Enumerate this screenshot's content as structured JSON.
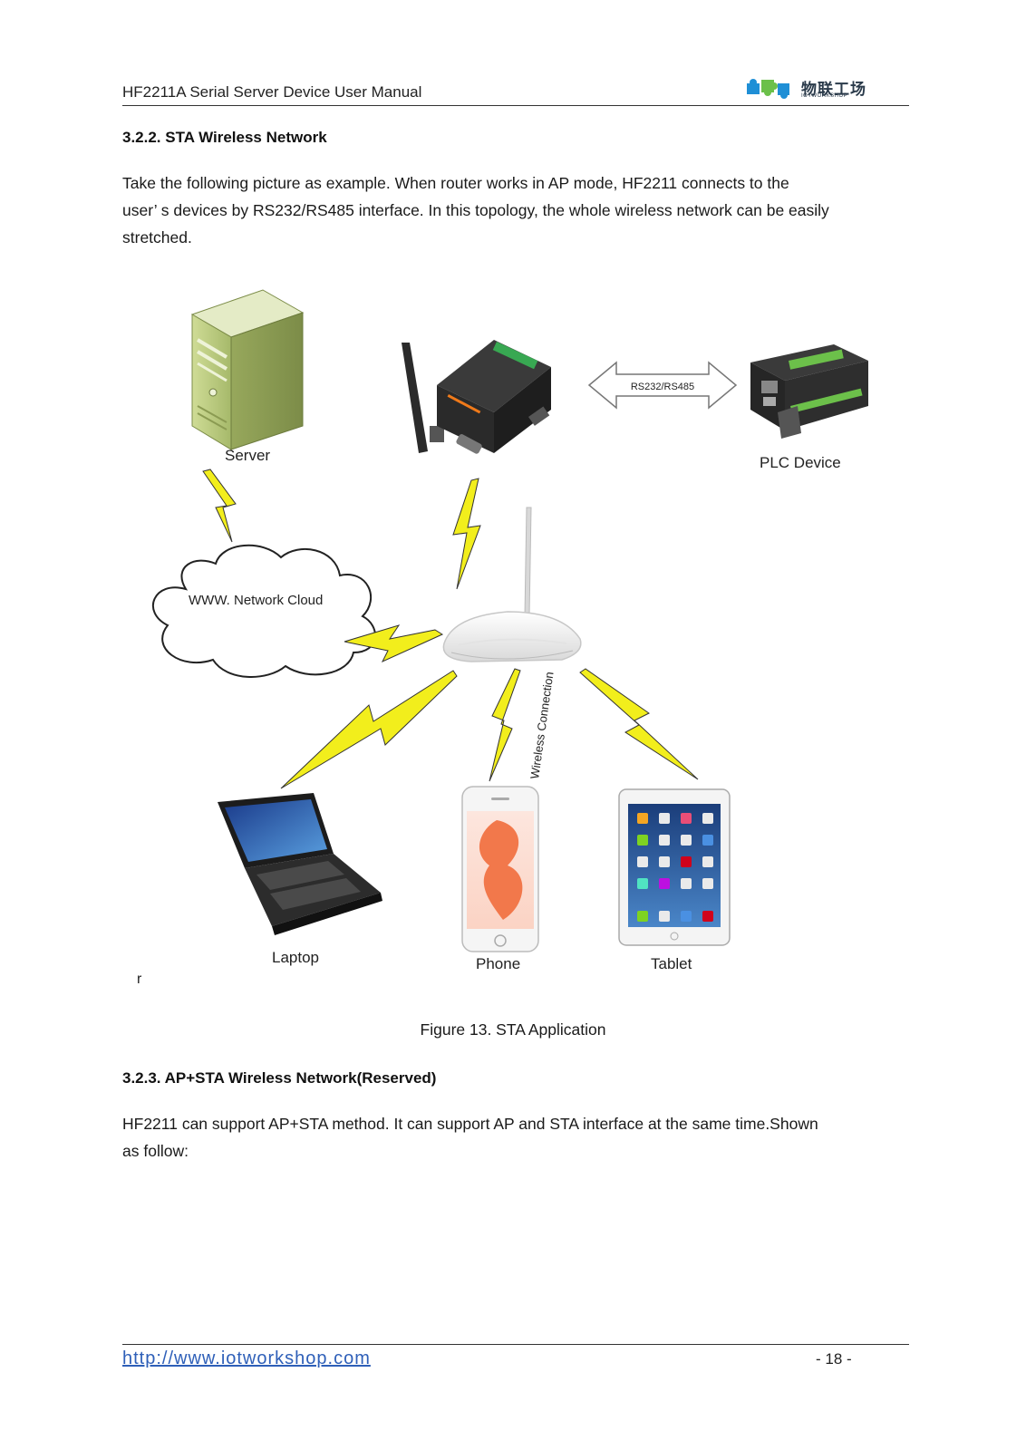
{
  "header": {
    "title": "HF2211A Serial Server Device User Manual",
    "logo_cn": "物联工场",
    "logo_en": "IOTWORKSHOP"
  },
  "section1": {
    "heading": "3.2.2. STA Wireless Network",
    "paragraph_lines": [
      "Take the following picture as example. When router works in AP mode, HF2211 connects to the",
      "user’ s devices by RS232/RS485 interface. In this topology, the whole wireless network can be easily",
      "stretched."
    ]
  },
  "figure": {
    "labels": {
      "server": "Server",
      "plc": "PLC Device",
      "rs_link": "RS232/RS485",
      "cloud": "WWW. Network Cloud",
      "wireless": "Wireless Connection",
      "laptop": "Laptop",
      "phone": "Phone",
      "tablet": "Tablet",
      "stray": "r"
    },
    "caption": "Figure 13. STA Application"
  },
  "section2": {
    "heading": "3.2.3. AP+STA Wireless Network(Reserved)",
    "paragraph_lines": [
      "HF2211 can support AP+STA method. It can support AP and STA interface at the same time.Shown",
      "as  follow:"
    ]
  },
  "footer": {
    "link": "http://www.iotworkshop.com",
    "page": "- 18 -"
  },
  "colors": {
    "lightning": "#f2ee1c",
    "link_blue": "#2e5fb8",
    "server_green": "#b7c97c",
    "logo_blue": "#1f8fd6",
    "logo_green": "#6cc04a"
  }
}
